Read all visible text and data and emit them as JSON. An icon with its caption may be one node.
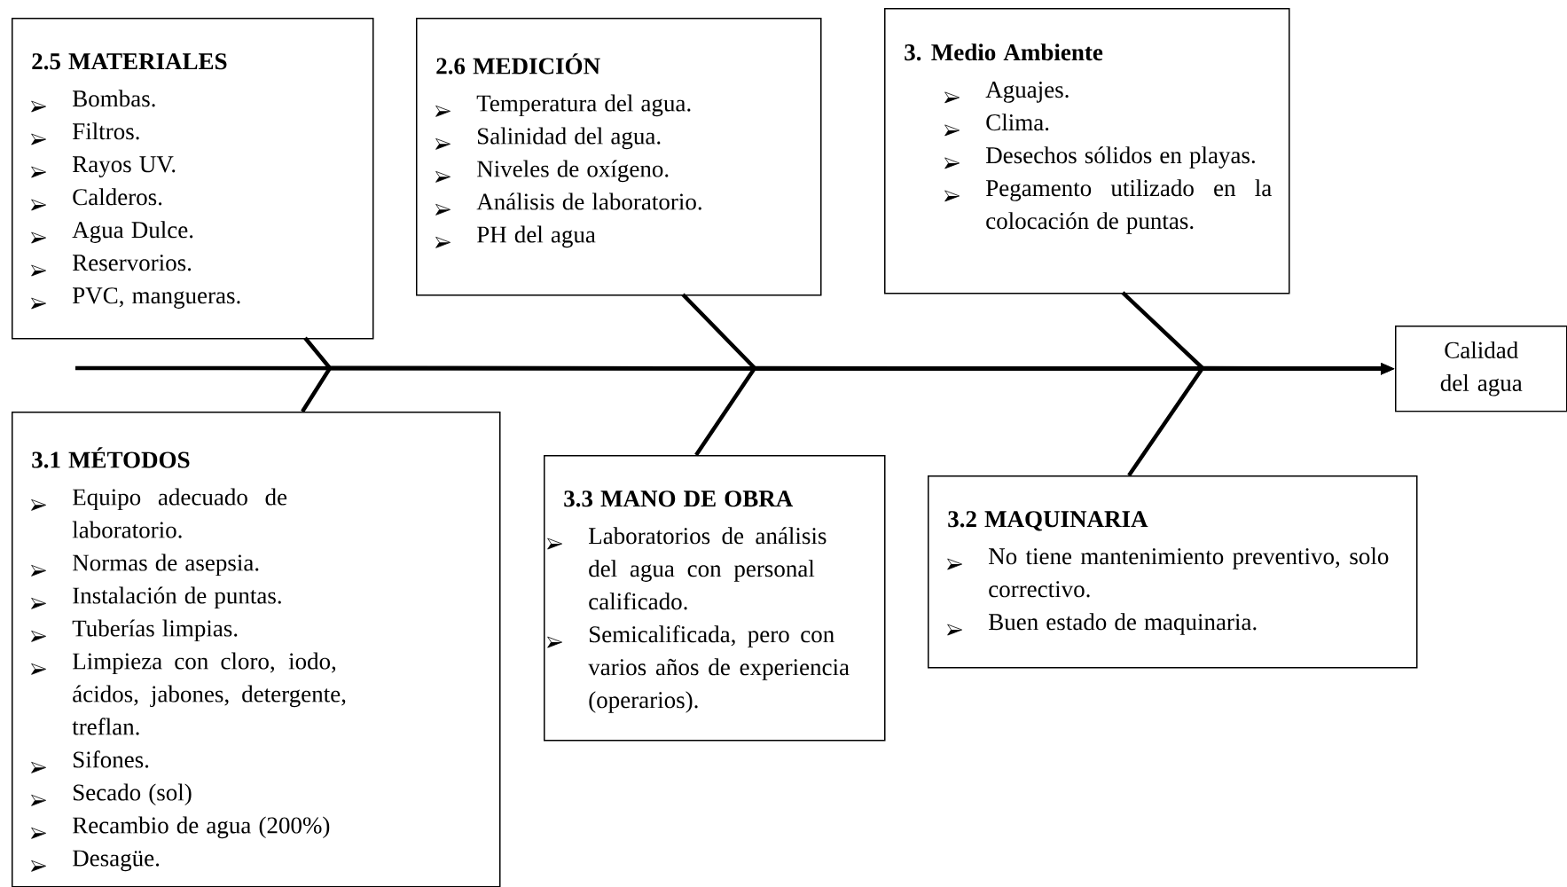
{
  "diagram": {
    "nodes": [
      {
        "text": [
          "2.5 MATERIALES",
          "Bombas.",
          "Filtros.",
          "Rayos UV.",
          "Calderos.",
          "Agua Dulce.",
          "Reservorios.",
          "PVC, mangueras."
        ]
      },
      {
        "text": [
          "2.6 MEDICIÓN",
          "Temperatura del agua.",
          "Salinidad del agua.",
          "Niveles de oxígeno.",
          "Análisis de laboratorio.",
          "PH del agua"
        ]
      },
      {
        "text": [
          "3. Medio Ambiente",
          "Aguajes.",
          "Clima.",
          "Desechos sólidos en playas.",
          "Pegamento utilizado en la colocación de puntas."
        ]
      },
      {
        "text": [
          "Calidad del agua"
        ]
      },
      {
        "text": [
          "3.1 MÉTODOS",
          "Equipo adecuado de laboratorio.",
          "Normas de asepsia.",
          "Instalación de puntas.",
          "Tuberías limpias.",
          "Limpieza con cloro, iodo, ácidos, jabones, detergente, treflan.",
          "Sifones.",
          "Secado (sol)",
          "Recambio de agua (200%)",
          "Desagüe."
        ]
      },
      {
        "text": [
          "3.3 MANO DE OBRA",
          "Laboratorios de análisis del agua con personal calificado.",
          "Semicalificada, pero con varios años de experiencia (operarios)."
        ]
      },
      {
        "text": [
          "3.2 MAQUINARIA",
          "No tiene mantenimiento preventivo, solo correctivo.",
          "Buen estado de maquinaria."
        ]
      }
    ],
    "edges": [
      {
        "from": null,
        "to": 3,
        "arrow": "to"
      },
      {
        "from": 0,
        "to": 3,
        "arrow": "to"
      },
      {
        "from": 4,
        "to": 3,
        "arrow": "to"
      },
      {
        "from": 1,
        "to": 3,
        "arrow": "to"
      },
      {
        "from": 5,
        "to": 3,
        "arrow": "to"
      },
      {
        "from": 2,
        "to": 3,
        "arrow": "to"
      },
      {
        "from": 6,
        "to": 3,
        "arrow": "to"
      }
    ]
  }
}
